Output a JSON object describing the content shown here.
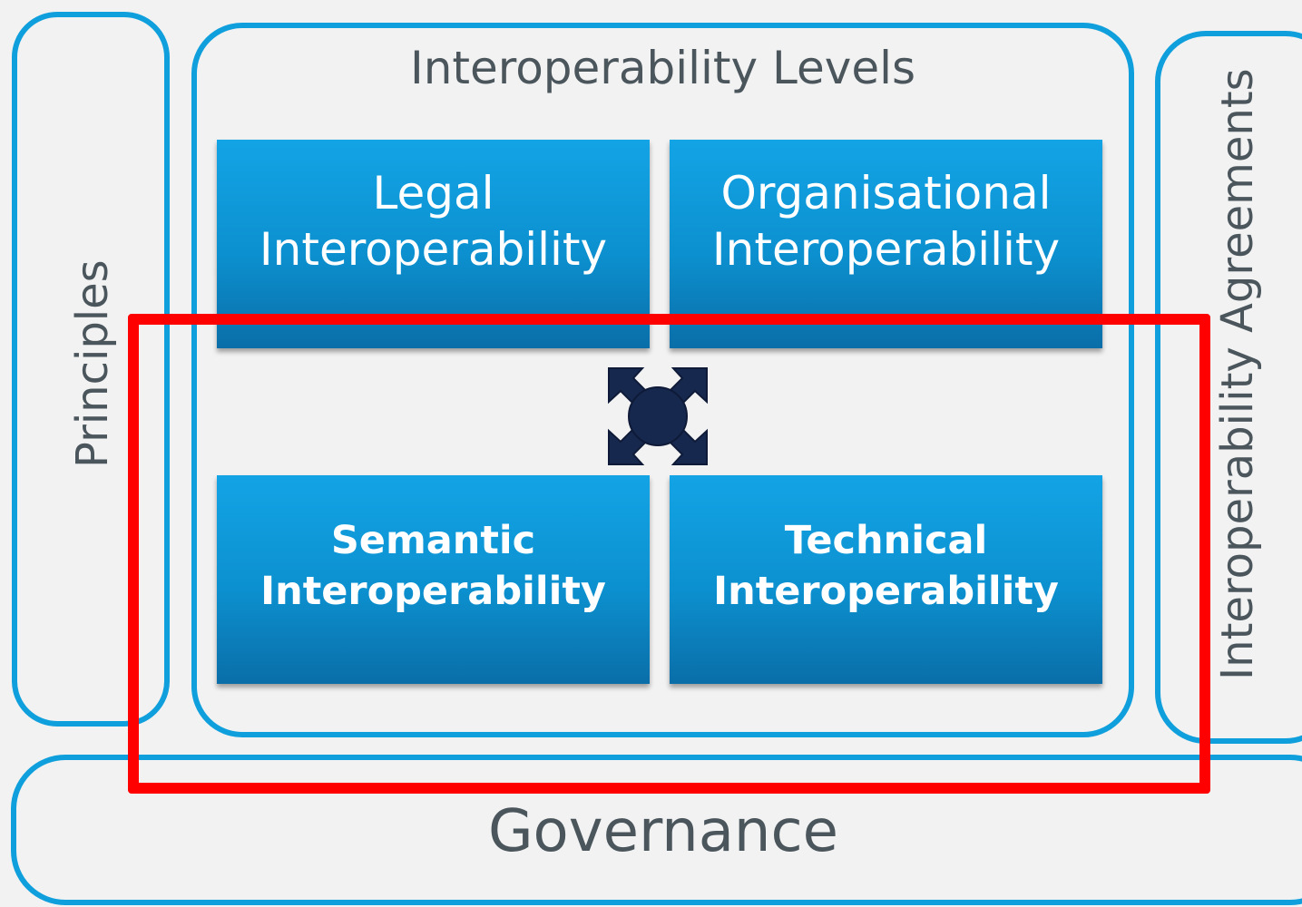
{
  "diagram": {
    "principles_label": "Principles",
    "agreements_label": "Interoperability Agreements",
    "levels_title": "Interoperability Levels",
    "governance_label": "Governance",
    "boxes": {
      "legal": {
        "line1": "Legal",
        "line2": "Interoperability"
      },
      "organisational": {
        "line1": "Organisational",
        "line2": "Interoperability"
      },
      "semantic": {
        "line1": "Semantic",
        "line2": "Interoperability"
      },
      "technical": {
        "line1": "Technical",
        "line2": "Interoperability"
      }
    },
    "center_icon": "expand-arrows-icon",
    "highlight": "red-outline-rectangle"
  },
  "colors": {
    "frame_border": "#0f9fdc",
    "box_fill": "#0c90cf",
    "label_text": "#4a555c",
    "highlight": "#ff0000",
    "icon": "#17284e"
  }
}
